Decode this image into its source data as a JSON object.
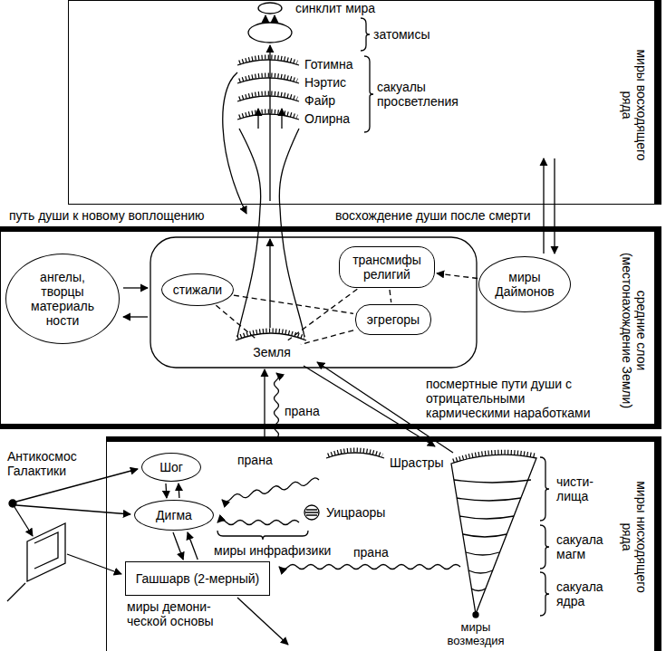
{
  "diagram": {
    "nodes": [
      {
        "text": [
          "миры восходящего ряда"
        ]
      },
      {
        "text": [
          "средние слои (местонахождение Земли)"
        ]
      },
      {
        "text": [
          "ангелы, творцы материаль ности"
        ],
        "in": 1
      },
      {
        "text": [
          "стижали"
        ],
        "in": 1
      },
      {
        "text": [
          "трансмифы религий"
        ],
        "in": 1
      },
      {
        "text": [
          "эгрегоры"
        ],
        "in": 1
      },
      {
        "text": [
          "миры Даймонов"
        ],
        "in": 1
      },
      {
        "text": [
          "Земля"
        ],
        "in": 1
      },
      {
        "text": [
          "миры нисходящего ряда"
        ]
      },
      {
        "text": [
          "Шог"
        ],
        "in": 8
      },
      {
        "text": [
          "Дигма"
        ],
        "in": 8
      },
      {
        "text": [
          "Гашшарв (2-мерный)"
        ],
        "in": 8
      }
    ],
    "edges": [
      {
        "from": 6,
        "to": 4,
        "arrow": "to"
      },
      {
        "from": 3,
        "to": 7,
        "arrow": "none"
      },
      {
        "from": 3,
        "to": 5,
        "arrow": "none"
      },
      {
        "from": 4,
        "to": 7,
        "arrow": "none"
      },
      {
        "from": 5,
        "to": 7,
        "arrow": "none"
      },
      {
        "from": 4,
        "to": 5,
        "arrow": "none"
      },
      {
        "from": 9,
        "to": 10,
        "arrow": "to"
      },
      {
        "from": 10,
        "to": 9,
        "arrow": "to"
      },
      {
        "from": 10,
        "to": 11,
        "arrow": "to"
      },
      {
        "from": 11,
        "to": 10,
        "arrow": "to"
      }
    ],
    "labels": [
      "синклит мира",
      "затомисы",
      "Готимна",
      "Нэртис",
      "Файр",
      "Олирна",
      "сакуалы просветления",
      "путь души к новому воплощению",
      "восхождение души после смерти",
      "посмертные пути души с отрицательными кармическими наработками",
      "прана",
      "Антикосмос Галактики",
      "прана",
      "Шрастры",
      "Уицраоры",
      "миры инфрафизики",
      "прана",
      "чисти- лища",
      "сакуала магм",
      "сакуала ядра",
      "миры возмездия",
      "миры демони- ческой основы"
    ]
  }
}
